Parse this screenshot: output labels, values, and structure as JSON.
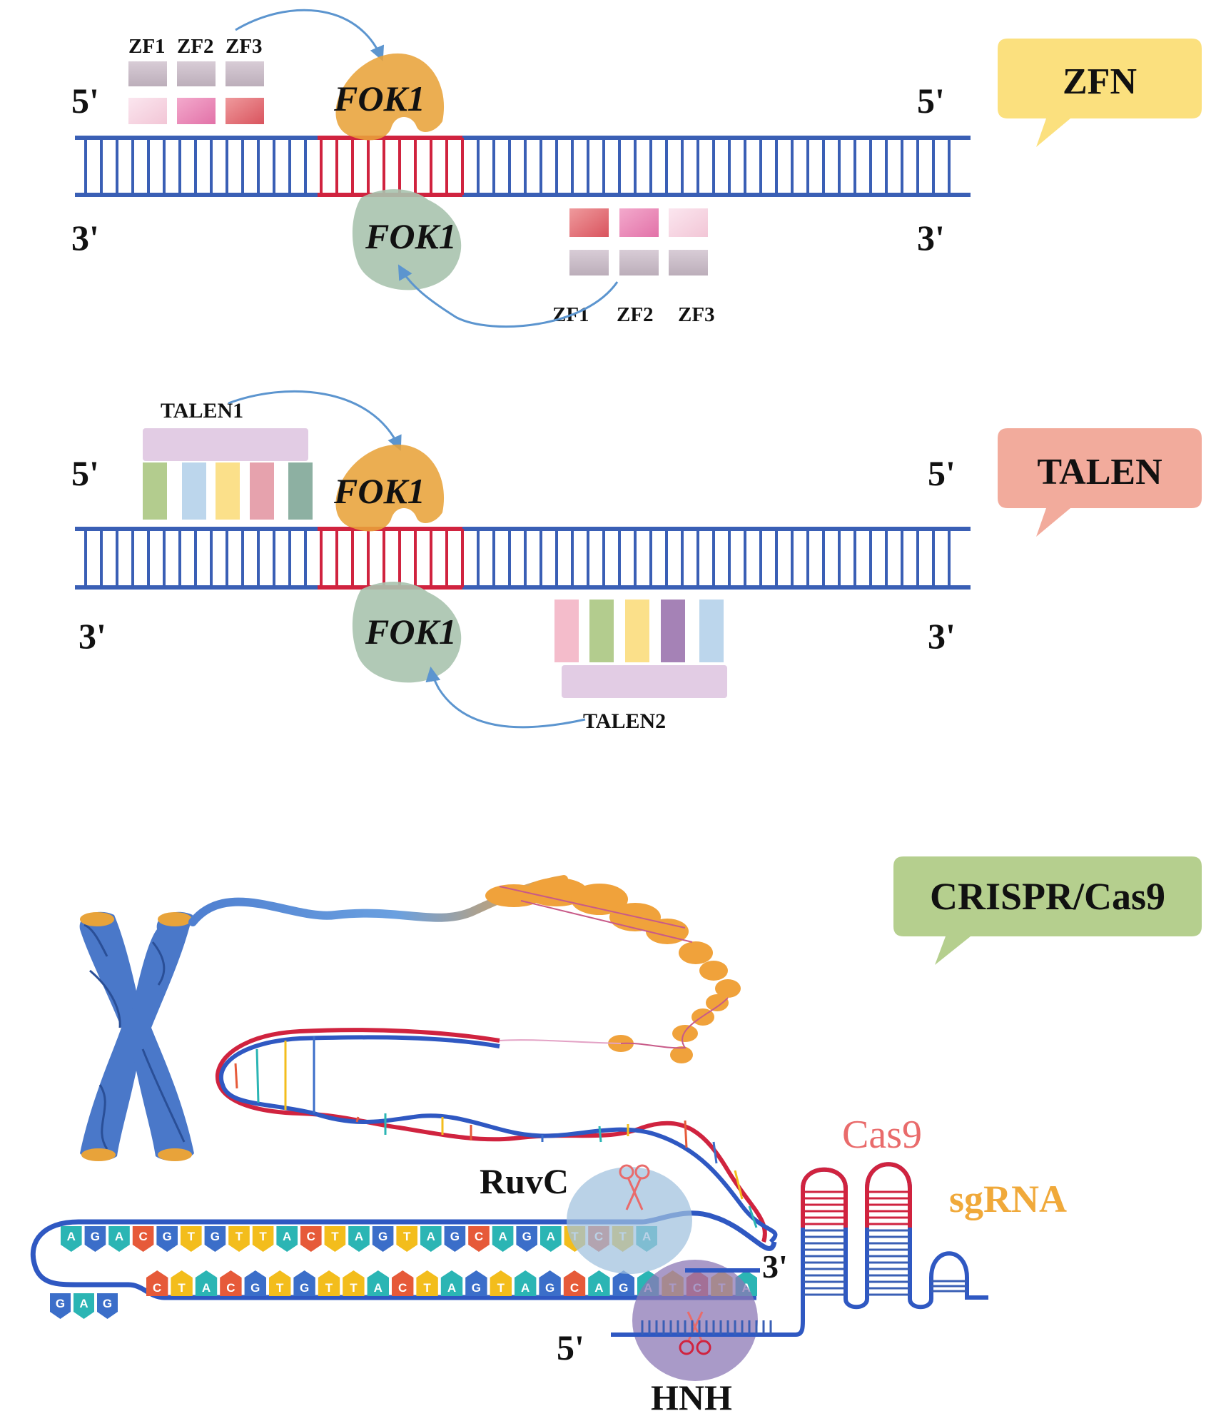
{
  "zfn": {
    "badge": "ZFN",
    "end_5_left": "5'",
    "end_5_right": "5'",
    "end_3_left": "3'",
    "end_3_right": "3'",
    "fok_top": "FOK1",
    "fok_bottom": "FOK1",
    "zf_top": [
      "ZF1",
      "ZF2",
      "ZF3"
    ],
    "zf_bottom": [
      "ZF1",
      "ZF2",
      "ZF3"
    ]
  },
  "talen": {
    "badge": "TALEN",
    "end_5_left": "5'",
    "end_5_right": "5'",
    "end_3_left": "3'",
    "end_3_right": "3'",
    "fok_top": "FOK1",
    "fok_bottom": "FOK1",
    "talen1_label": "TALEN1",
    "talen2_label": "TALEN2"
  },
  "crispr": {
    "badge": "CRISPR/Cas9",
    "cas9_label": "Cas9",
    "sgrna_label": "sgRNA",
    "ruvc_label": "RuvC",
    "hnh_label": "HNH",
    "end_3": "3'",
    "end_5": "5'",
    "top_strand_bases": [
      "A",
      "G",
      "A",
      "C",
      "G",
      "T",
      "G",
      "T",
      "T",
      "A",
      "C",
      "T",
      "A",
      "G",
      "T",
      "A",
      "G",
      "C",
      "A",
      "G",
      "A",
      "T",
      "C",
      "T",
      "A"
    ],
    "bottom_strand_bases": [
      "C",
      "T",
      "A",
      "C",
      "G",
      "T",
      "G",
      "T",
      "T",
      "A",
      "C",
      "T",
      "A",
      "G",
      "T",
      "A",
      "G",
      "C",
      "A",
      "G",
      "A",
      "T",
      "C",
      "T",
      "A"
    ],
    "loop_bases": [
      "G",
      "A",
      "G"
    ]
  },
  "colors": {
    "dna_blue": "#3a5fb5",
    "cut_red": "#d0233f",
    "fok_gold": "#e8a33a",
    "fok_green": "#a9c3ae",
    "arrow_blue": "#5c95cf",
    "zfn_badge": "#fbe07e",
    "talen_badge": "#f2ab9c",
    "crispr_badge": "#b5cf8e",
    "cas9_text": "#e96b6b",
    "sgrna_text": "#f0a93a",
    "base_A": "#2bb5b4",
    "base_G": "#3b6ec9",
    "base_C": "#e65a39",
    "base_T": "#f3bd1c"
  }
}
